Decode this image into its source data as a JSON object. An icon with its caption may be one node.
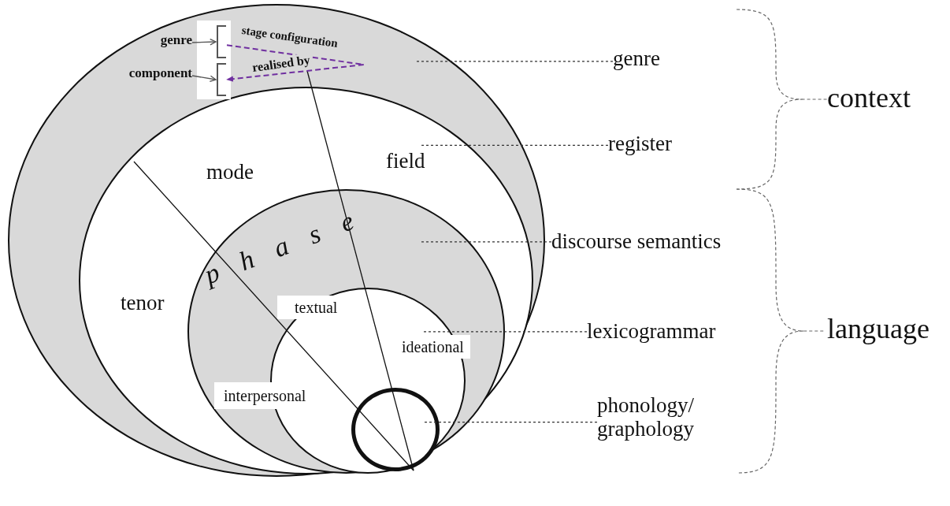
{
  "diagram": {
    "nodes": [
      {
        "text": [],
        "shape": "circle"
      },
      {
        "text": [
          "mode",
          "field",
          "tenor"
        ],
        "in": 0
      },
      {
        "text": [
          "phase"
        ],
        "in": 1
      },
      {
        "text": [
          "textual",
          "ideational",
          "interpersonal"
        ],
        "in": 2
      },
      {
        "text": [],
        "shape": "circle",
        "in": 3
      },
      {
        "text": [
          "genre"
        ]
      },
      {
        "text": [
          "register"
        ]
      },
      {
        "text": [
          "discourse semantics"
        ]
      },
      {
        "text": [
          "lexicogrammar"
        ]
      },
      {
        "text": [
          "phonology/ graphology"
        ]
      },
      {
        "text": [
          "genre"
        ],
        "in": 0
      },
      {
        "text": [],
        "shape": "bracket",
        "in": 0
      },
      {
        "text": [
          "component"
        ],
        "in": 0
      },
      {
        "text": [],
        "shape": "bracket",
        "in": 0
      }
    ],
    "edges": [
      {
        "from": 5,
        "to": 0,
        "arrow": "none",
        "style": "dashed"
      },
      {
        "from": 6,
        "to": 1,
        "arrow": "none",
        "style": "dashed"
      },
      {
        "from": 7,
        "to": 2,
        "arrow": "none",
        "style": "dashed"
      },
      {
        "from": 8,
        "to": 3,
        "arrow": "none",
        "style": "dashed"
      },
      {
        "from": 9,
        "to": 4,
        "arrow": "none",
        "style": "dashed"
      },
      {
        "from": 10,
        "to": 11,
        "arrow": "to"
      },
      {
        "from": 12,
        "to": 13,
        "arrow": "to"
      },
      {
        "from": 11,
        "to": 13,
        "arrow": "to",
        "style": "dashed",
        "color": "#7030a0",
        "label": "realised by"
      }
    ],
    "labels": [
      "stage configuration",
      "context",
      "language"
    ]
  }
}
